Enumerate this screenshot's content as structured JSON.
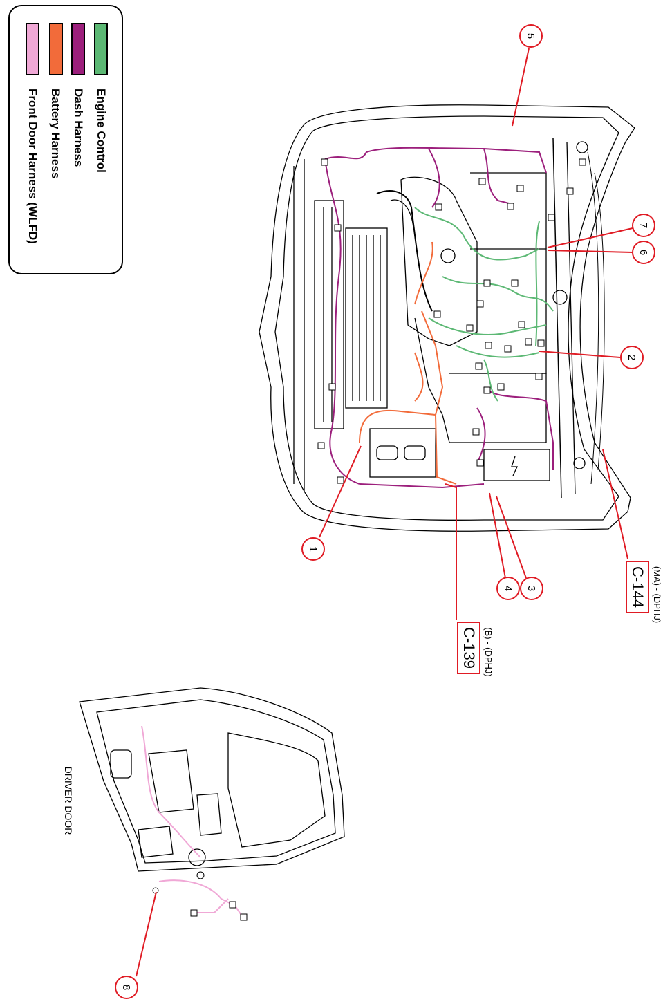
{
  "legend": {
    "items": [
      {
        "label": "Engine Control",
        "color": "#5cb874"
      },
      {
        "label": "Dash Harness",
        "color": "#9c1f7c"
      },
      {
        "label": "Battery Harness",
        "color": "#f26b3a"
      },
      {
        "label": "Front Door Harness (WLFD)",
        "color": "#f0a8d6"
      }
    ]
  },
  "callouts": [
    "1",
    "2",
    "3",
    "4",
    "5",
    "6",
    "7",
    "8"
  ],
  "connectors": {
    "c144": {
      "id": "C-144",
      "sub": "(MA) - (DPHJ)"
    },
    "c139": {
      "id": "C-139",
      "sub": "(B) - (DPHJ)"
    }
  },
  "door_label": "DRIVER DOOR",
  "callout_color": "#e01b24"
}
